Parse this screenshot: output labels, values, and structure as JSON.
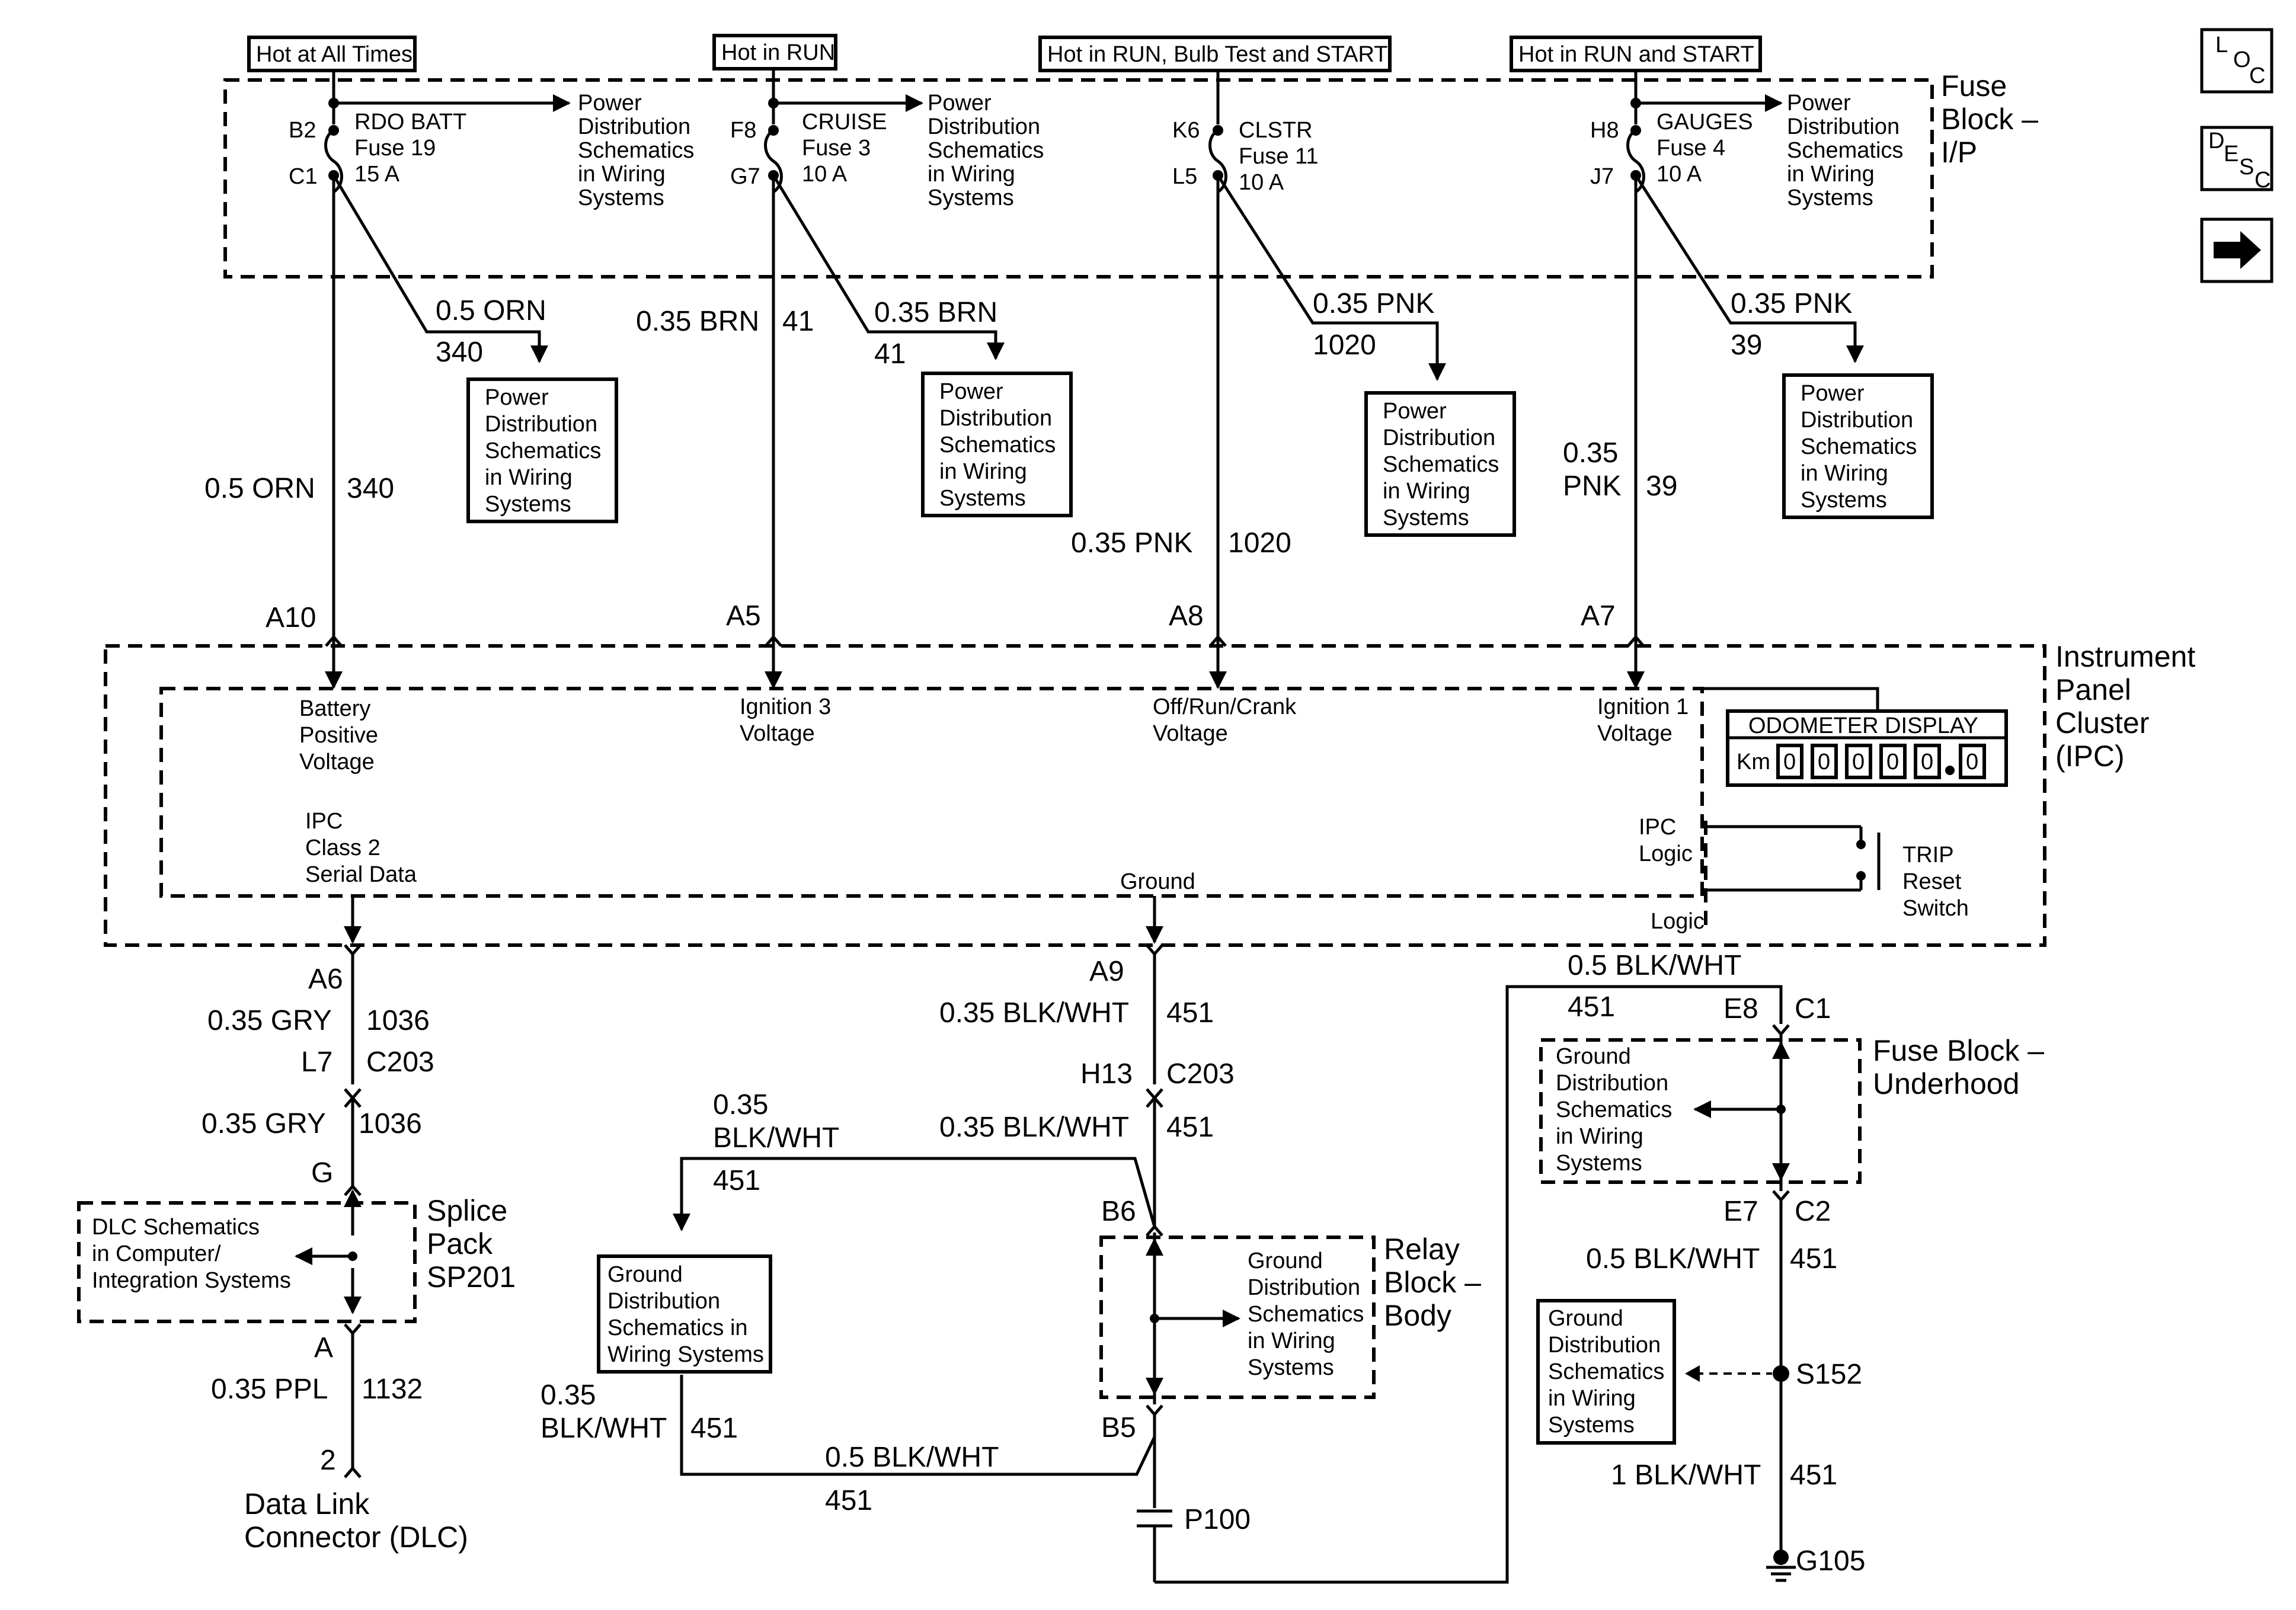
{
  "fuse_block_ip": {
    "title_l1": "Fuse",
    "title_l2": "Block –",
    "title_l3": "I/P",
    "power_labels": [
      "Hot at All Times",
      "Hot in RUN",
      "Hot in RUN, Bulb Test and START",
      "Hot in RUN and START"
    ],
    "fuses": [
      {
        "top": "B2",
        "bottom": "C1",
        "name": "RDO BATT",
        "fuse": "Fuse 19",
        "amps": "15 A"
      },
      {
        "top": "F8",
        "bottom": "G7",
        "name": "CRUISE",
        "fuse": "Fuse 3",
        "amps": "10 A"
      },
      {
        "top": "K6",
        "bottom": "L5",
        "name": "CLSTR",
        "fuse": "Fuse 11",
        "amps": "10 A"
      },
      {
        "top": "H8",
        "bottom": "J7",
        "name": "GAUGES",
        "fuse": "Fuse 4",
        "amps": "10 A"
      }
    ],
    "ref_l1": "Power",
    "ref_l2": "Distribution",
    "ref_l3": "Schematics",
    "ref_l4": "in Wiring",
    "ref_l5": "Systems"
  },
  "branches": [
    {
      "wire": "0.5 ORN",
      "circuit": "340"
    },
    {
      "wire": "0.35 BRN",
      "circuit": "41"
    },
    {
      "wire": "0.35 PNK",
      "circuit": "1020"
    },
    {
      "wire": "0.35 PNK",
      "circuit": "39"
    }
  ],
  "feeds": [
    {
      "wire": "0.5 ORN",
      "circuit": "340",
      "pin": "A10"
    },
    {
      "wire": "0.35 BRN",
      "circuit": "41",
      "pin": "A5"
    },
    {
      "wire": "0.35 PNK",
      "circuit": "1020",
      "pin": "A8"
    },
    {
      "wire_l1": "0.35",
      "wire_l2": "PNK",
      "circuit": "39",
      "pin": "A7"
    }
  ],
  "ipc": {
    "title_l1": "Instrument",
    "title_l2": "Panel",
    "title_l3": "Cluster",
    "title_l4": "(IPC)",
    "inputs": {
      "battery": [
        "Battery",
        "Positive",
        "Voltage"
      ],
      "ignition3": [
        "Ignition 3",
        "Voltage"
      ],
      "offruncrank": [
        "Off/Run/Crank",
        "Voltage"
      ],
      "ignition1": [
        "Ignition 1",
        "Voltage"
      ]
    },
    "serial": [
      "IPC",
      "Class 2",
      "Serial Data"
    ],
    "ground": "Ground",
    "ipc_logic": [
      "IPC",
      "Logic"
    ],
    "logic": "Logic",
    "odometer_title": "ODOMETER DISPLAY",
    "odometer_unit": "Km",
    "odometer_digits": [
      "0",
      "0",
      "0",
      "0",
      "0",
      "0"
    ],
    "trip_switch": [
      "TRIP",
      "Reset",
      "Switch"
    ]
  },
  "serial_path": {
    "pin_a6": "A6",
    "wire1": "0.35 GRY",
    "circuit1": "1036",
    "pin_l7": "L7",
    "conn1": "C203",
    "wire2": "0.35 GRY",
    "circuit2": "1036",
    "pin_g": "G",
    "splice_l1": "Splice",
    "splice_l2": "Pack",
    "splice_l3": "SP201",
    "dlc_ref": [
      "DLC Schematics",
      "in Computer/",
      "Integration Systems"
    ],
    "pin_a": "A",
    "wire3": "0.35 PPL",
    "circuit3": "1132",
    "pin_2": "2",
    "dlc_l1": "Data Link",
    "dlc_l2": "Connector (DLC)"
  },
  "ground_path": {
    "pin_a9": "A9",
    "wire1": "0.35 BLK/WHT",
    "circuit1": "451",
    "pin_h13": "H13",
    "conn1": "C203",
    "wire2": "0.35 BLK/WHT",
    "circuit2": "451",
    "left_wire_l1": "0.35",
    "left_wire_l2": "BLK/WHT",
    "left_circuit": "451",
    "ground_ref": [
      "Ground",
      "Distribution",
      "Schematics in",
      "Wiring Systems"
    ],
    "bottom_left_l1": "0.35",
    "bottom_left_l2": "BLK/WHT",
    "bottom_left_circuit": "451",
    "bottom_wire": "0.5 BLK/WHT",
    "bottom_circuit": "451",
    "pin_b6": "B6",
    "pin_b5": "B5",
    "relay_l1": "Relay",
    "relay_l2": "Block –",
    "relay_l3": "Body",
    "relay_ref": [
      "Ground",
      "Distribution",
      "Schematics",
      "in Wiring",
      "Systems"
    ],
    "p100": "P100"
  },
  "underhood": {
    "top_wire": "0.5 BLK/WHT",
    "top_circuit": "451",
    "pin_e8": "E8",
    "conn_c1": "C1",
    "title_l1": "Fuse Block –",
    "title_l2": "Underhood",
    "ref": [
      "Ground",
      "Distribution",
      "Schematics",
      "in Wiring",
      "Systems"
    ],
    "pin_e7": "E7",
    "conn_c2": "C2",
    "wire2": "0.5 BLK/WHT",
    "circuit2": "451",
    "s152_ref": [
      "Ground",
      "Distribution",
      "Schematics",
      "in Wiring",
      "Systems"
    ],
    "s152": "S152",
    "wire3": "1 BLK/WHT",
    "circuit3": "451",
    "g105": "G105"
  },
  "side_icons": {
    "loc": [
      "L",
      "O",
      "C"
    ],
    "desc": [
      "D",
      "E",
      "S",
      "C"
    ],
    "next_arrow": "arrow-right-icon"
  }
}
